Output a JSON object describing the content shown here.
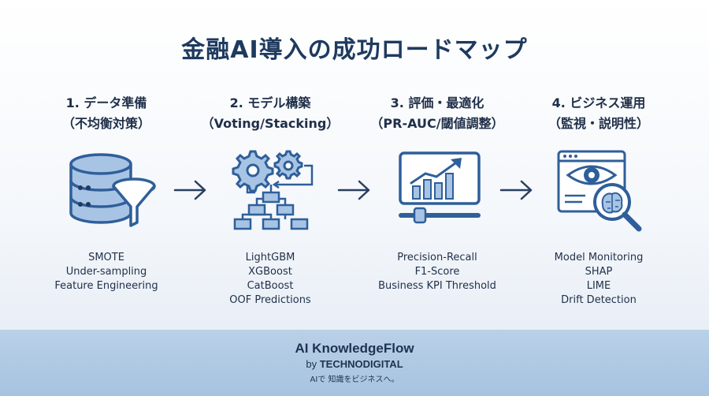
{
  "title": "金融AI導入の成功ロードマップ",
  "steps": [
    {
      "title_line1": "1. データ準備",
      "title_line2": "（不均衡対策）",
      "icon": "database-funnel-icon",
      "items": [
        "SMOTE",
        "Under-sampling",
        "Feature Engineering"
      ]
    },
    {
      "title_line1": "2. モデル構築",
      "title_line2": "（Voting/Stacking）",
      "icon": "gears-flowchart-icon",
      "items": [
        "LightGBM",
        "XGBoost",
        "CatBoost",
        "OOF Predictions"
      ]
    },
    {
      "title_line1": "3. 評価・最適化",
      "title_line2": "（PR-AUC/閾値調整）",
      "icon": "chart-slider-icon",
      "items": [
        "Precision-Recall",
        "F1-Score",
        "Business KPI Threshold"
      ]
    },
    {
      "title_line1": "4. ビジネス運用",
      "title_line2": "（監視・説明性）",
      "icon": "monitor-eye-brain-icon",
      "items": [
        "Model Monitoring",
        "SHAP",
        "LIME",
        "Drift Detection"
      ]
    }
  ],
  "footer": {
    "brand": "AI KnowledgeFlow",
    "by": "by",
    "company": "TECHNODIGITAL",
    "tagline": "AIで 知識をビジネスへ。"
  },
  "colors": {
    "primary": "#2f5f9a",
    "fill": "#a8c4e4",
    "dark": "#1e3a5f",
    "footer": "#b3cbe6"
  }
}
